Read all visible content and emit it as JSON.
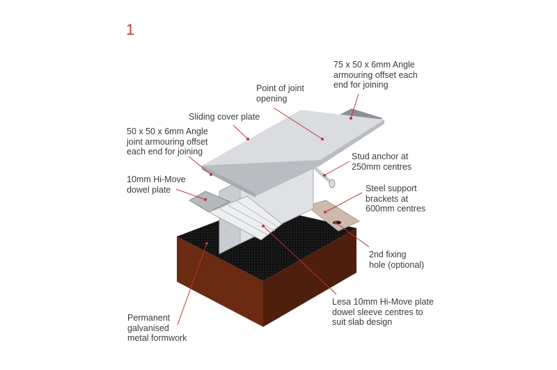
{
  "figure_number": "1",
  "colors": {
    "accent": "#c8323c",
    "leader": "#c0303a",
    "formwork": "#6b2a12",
    "steel": "#d8dadd"
  },
  "labels": {
    "angle_75": [
      "75 x 50 x 6mm Angle",
      "armouring offset each",
      "end for joining"
    ],
    "joint_opening": [
      "Point of joint",
      "opening"
    ],
    "cover_plate": [
      "Sliding cover plate"
    ],
    "angle_50": [
      "50 x 50 x 6mm Angle",
      "joint armouring offset",
      "each end for joining"
    ],
    "dowel_plate": [
      "10mm Hi-Move",
      "dowel plate"
    ],
    "stud_anchor": [
      "Stud anchor at",
      "250mm centres"
    ],
    "brackets": [
      "Steel support",
      "brackets at",
      "600mm centres"
    ],
    "fixing_hole": [
      "2nd fixing",
      "hole (optional)"
    ],
    "dowel_sleeve": [
      "Lesa 10mm Hi-Move plate",
      "dowel sleeve centres to",
      "suit slab design"
    ],
    "formwork": [
      "Permanent",
      "galvanised",
      "metal formwork"
    ]
  }
}
